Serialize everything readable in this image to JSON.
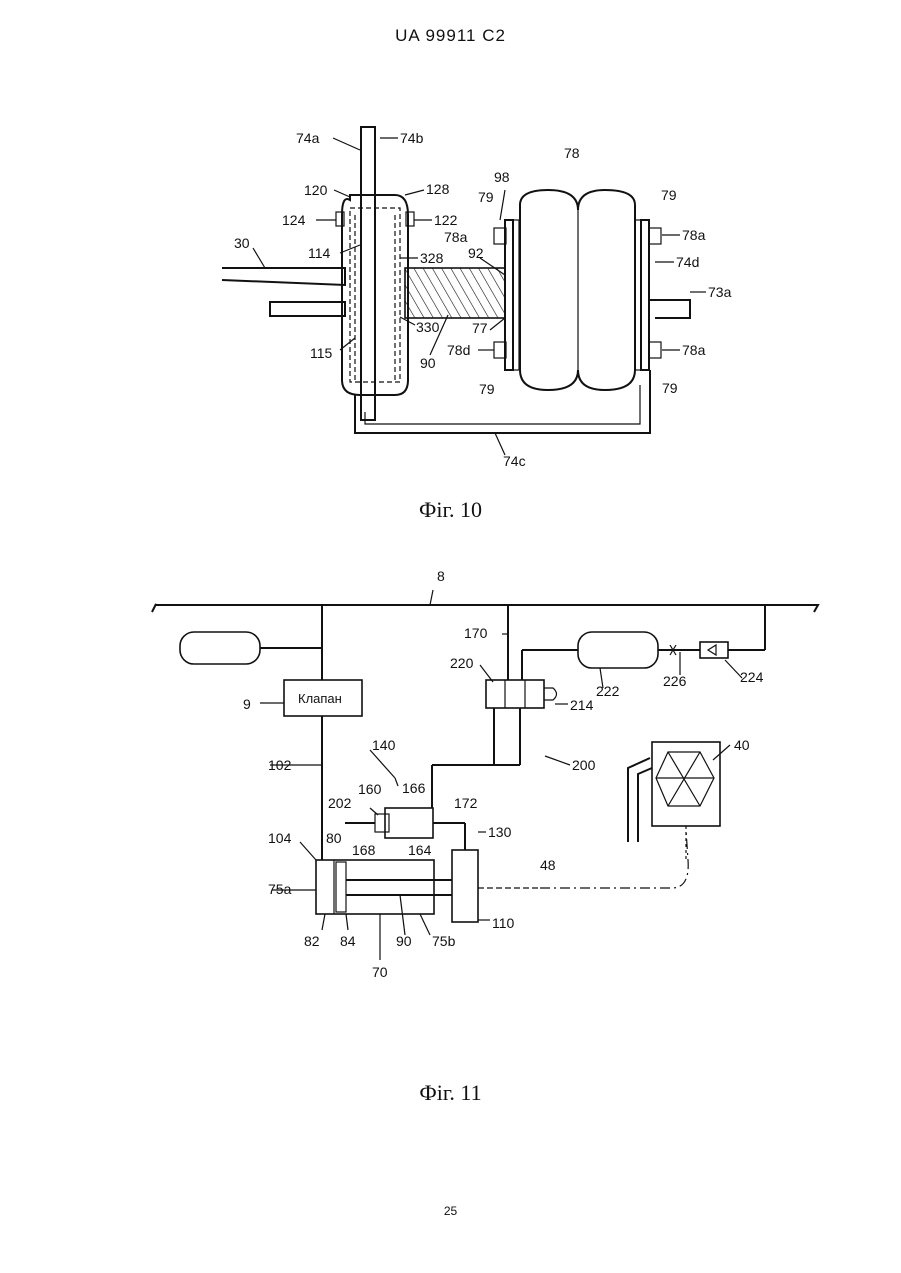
{
  "header": {
    "patent_id": "UA  99911  C2"
  },
  "figure10": {
    "caption": "Фіг. 10",
    "labels": {
      "l74a": "74a",
      "l74b": "74b",
      "l120": "120",
      "l128": "128",
      "l124": "124",
      "l122": "122",
      "l114": "114",
      "l328": "328",
      "l30": "30",
      "l115": "115",
      "l330": "330",
      "l90": "90",
      "l77": "77",
      "l78d": "78d",
      "l92": "92",
      "l98": "98",
      "l79a": "79",
      "l78a1": "78a",
      "l78": "78",
      "l79b": "79",
      "l78a2": "78a",
      "l74d": "74d",
      "l73a": "73a",
      "l78a3": "78a",
      "l79c": "79",
      "l79d": "79",
      "l74c": "74c"
    }
  },
  "figure11": {
    "caption": "Фіг. 11",
    "valve_label": "Клапан",
    "labels": {
      "l8": "8",
      "l170": "170",
      "l9": "9",
      "l220": "220",
      "l222": "222",
      "l226": "226",
      "l224": "224",
      "l214": "214",
      "l140": "140",
      "l102": "102",
      "l200": "200",
      "l40": "40",
      "l160": "160",
      "l166": "166",
      "l172": "172",
      "l202": "202",
      "l130": "130",
      "l104": "104",
      "l80": "80",
      "l168": "168",
      "l164": "164",
      "l48": "48",
      "l75a": "75a",
      "l110": "110",
      "l82": "82",
      "l84": "84",
      "l90": "90",
      "l75b": "75b",
      "l70": "70"
    }
  },
  "page": {
    "number": "25"
  }
}
